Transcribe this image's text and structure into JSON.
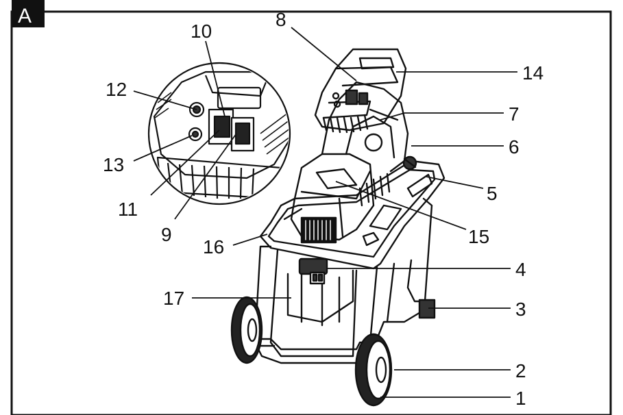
{
  "figure": {
    "panel_label": "A",
    "callouts": [
      "1",
      "2",
      "3",
      "4",
      "5",
      "6",
      "7",
      "8",
      "9",
      "10",
      "11",
      "12",
      "13",
      "14",
      "15",
      "16",
      "17"
    ]
  }
}
